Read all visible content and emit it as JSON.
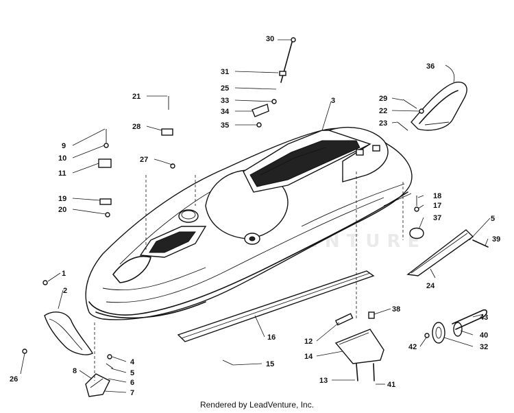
{
  "diagram": {
    "watermark": "LEADVENTURE",
    "credit": "Rendered by LeadVenture, Inc.",
    "callouts": [
      "30",
      "31",
      "25",
      "33",
      "34",
      "35",
      "3",
      "36",
      "29",
      "22",
      "23",
      "21",
      "28",
      "27",
      "9",
      "10",
      "11",
      "19",
      "20",
      "18",
      "17",
      "37",
      "5",
      "39",
      "24",
      "1",
      "2",
      "4",
      "5",
      "6",
      "7",
      "8",
      "26",
      "16",
      "15",
      "12",
      "14",
      "13",
      "38",
      "41",
      "43",
      "40",
      "32",
      "42"
    ]
  }
}
